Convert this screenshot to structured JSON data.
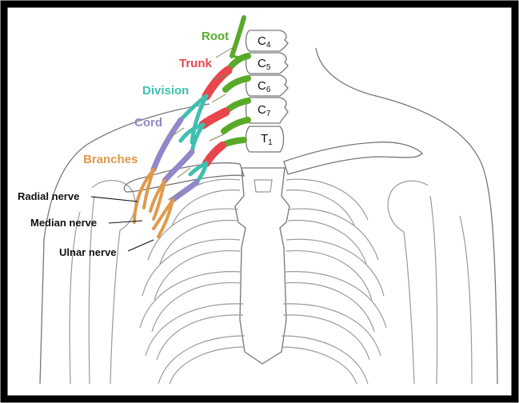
{
  "labels": {
    "root": "Root",
    "trunk": "Trunk",
    "division": "Division",
    "cord": "Cord",
    "branches": "Branches",
    "radial_nerve": "Radial nerve",
    "median_nerve": "Median nerve",
    "ulnar_nerve": "Ulnar nerve"
  },
  "vertebrae": [
    {
      "letter": "C",
      "num": "4"
    },
    {
      "letter": "C",
      "num": "5"
    },
    {
      "letter": "C",
      "num": "6"
    },
    {
      "letter": "C",
      "num": "7"
    },
    {
      "letter": "T",
      "num": "1"
    }
  ],
  "colors": {
    "root": "#5aaa2a",
    "trunk": "#e8464c",
    "division": "#3fbfb0",
    "cord": "#8f88c9",
    "branches": "#e0994a"
  }
}
